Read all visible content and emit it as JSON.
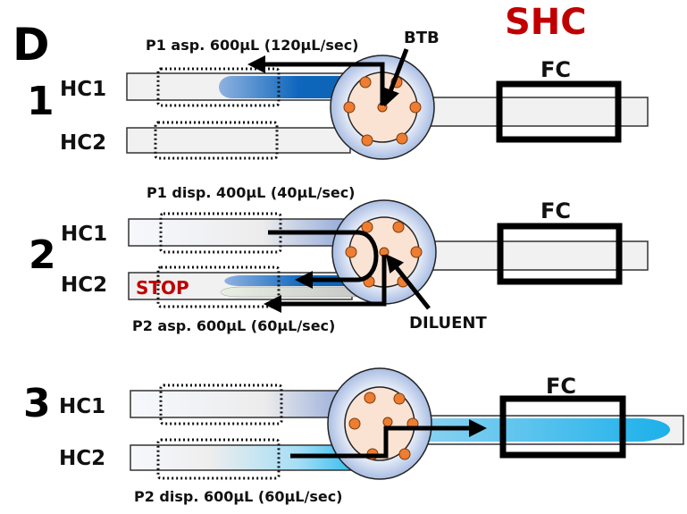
{
  "figure": {
    "panel_letter": "D",
    "title": "SHC",
    "colors": {
      "title": "#c00000",
      "stop": "#c00000",
      "sample_dark_blue": "#0b64b8",
      "diluent_light_blue": "#29b5ea",
      "valve_port": "#ee7d31",
      "valve_center": "#fbe3d4",
      "tube_fill": "#f1f1f1"
    }
  },
  "steps": [
    {
      "number": "1",
      "hc1_label": "HC1",
      "hc2_label": "HC2",
      "operation": "P1 asp. 600µL (120µL/sec)",
      "callout": "BTB",
      "fc_label": "FC"
    },
    {
      "number": "2",
      "hc1_label": "HC1",
      "hc2_label": "HC2",
      "operation_top": "P1 disp. 400µL (40µL/sec)",
      "operation_bottom": "P2 asp. 600µL (60µL/sec)",
      "stop_label": "STOP",
      "callout": "DILUENT",
      "fc_label": "FC"
    },
    {
      "number": "3",
      "hc1_label": "HC1",
      "hc2_label": "HC2",
      "operation": "P2 disp. 600µL (60µL/sec)",
      "fc_label": "FC"
    }
  ]
}
